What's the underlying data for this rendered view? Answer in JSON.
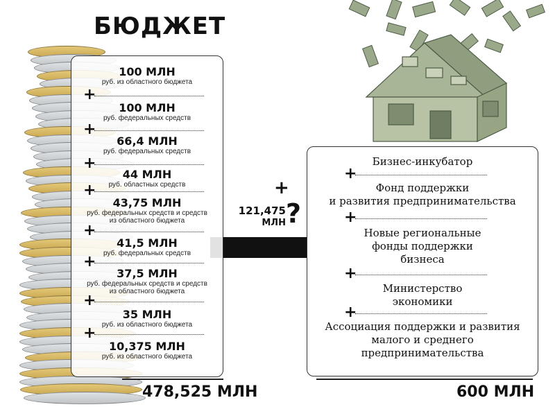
{
  "title": "БЮДЖЕТ",
  "budget_items": [
    {
      "amount": "100 МЛН",
      "source": "руб. из областного бюджета"
    },
    {
      "amount": "100 МЛН",
      "source": "руб. федеральных средств"
    },
    {
      "amount": "66,4 МЛН",
      "source": "руб. федеральных средств"
    },
    {
      "amount": "44 МЛН",
      "source": "руб. областных средств"
    },
    {
      "amount": "43,75 МЛН",
      "source": "руб. федеральных средств и средств",
      "source2": "из областного бюджета"
    },
    {
      "amount": "41,5 МЛН",
      "source": "руб. федеральных средств"
    },
    {
      "amount": "37,5 МЛН",
      "source": "руб. федеральных средств и средств",
      "source2": "из областного бюджета"
    },
    {
      "amount": "35 МЛН",
      "source": "руб. из областного бюджета"
    },
    {
      "amount": "10,375 МЛН",
      "source": "руб. из областного бюджета"
    }
  ],
  "plus_sign": "+",
  "budget_total": "478,525 МЛН",
  "extra": {
    "amount": "121,475",
    "unit": "МЛН",
    "question": "?"
  },
  "recipients": [
    {
      "line1": "Бизнес-инкубатор"
    },
    {
      "line1": "Фонд поддержки",
      "line2": "и развития предпринимательства"
    },
    {
      "line1": "Новые региональные",
      "line2": "фонды поддержки",
      "line3": "бизнеса"
    },
    {
      "line1": "Министерство",
      "line2": "экономики"
    },
    {
      "line1": "Ассоциация поддержки и развития",
      "line2": "малого и среднего",
      "line3": "предпринимательства"
    }
  ],
  "recipients_total": "600 МЛН",
  "colors": {
    "text": "#111111",
    "border": "#333333",
    "coin_gold": "#c9a74f",
    "coin_silver": "#bfc3c6",
    "bill_green": "#8a9a7a"
  }
}
